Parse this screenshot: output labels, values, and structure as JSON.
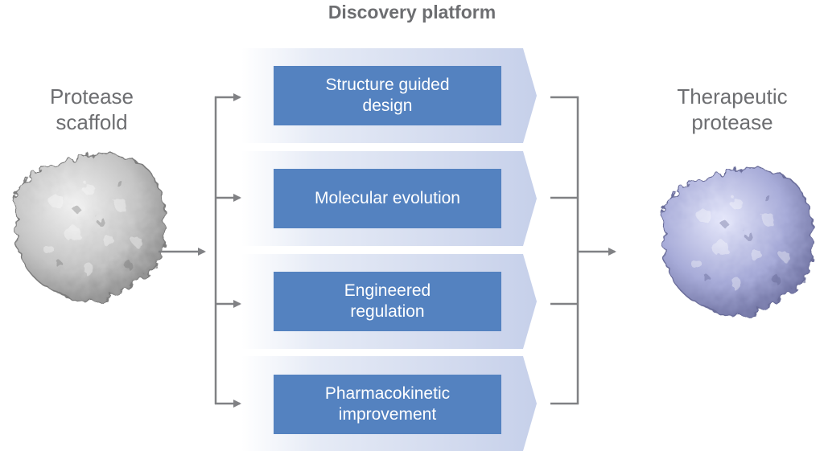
{
  "title": "Discovery platform",
  "input": {
    "label_line1": "Protease",
    "label_line2": "scaffold",
    "color": "#c8c8c8"
  },
  "output": {
    "label_line1": "Therapeutic",
    "label_line2": "protease",
    "color": "#a9acd8"
  },
  "steps": [
    {
      "line1": "Structure guided",
      "line2": "design"
    },
    {
      "line1": "Molecular evolution",
      "line2": ""
    },
    {
      "line1": "Engineered",
      "line2": "regulation"
    },
    {
      "line1": "Pharmacokinetic",
      "line2": "improvement"
    }
  ],
  "colors": {
    "box": "#5482c0",
    "band": "#c9d3ea",
    "arrow": "#808184",
    "text": "#6d6e71"
  }
}
